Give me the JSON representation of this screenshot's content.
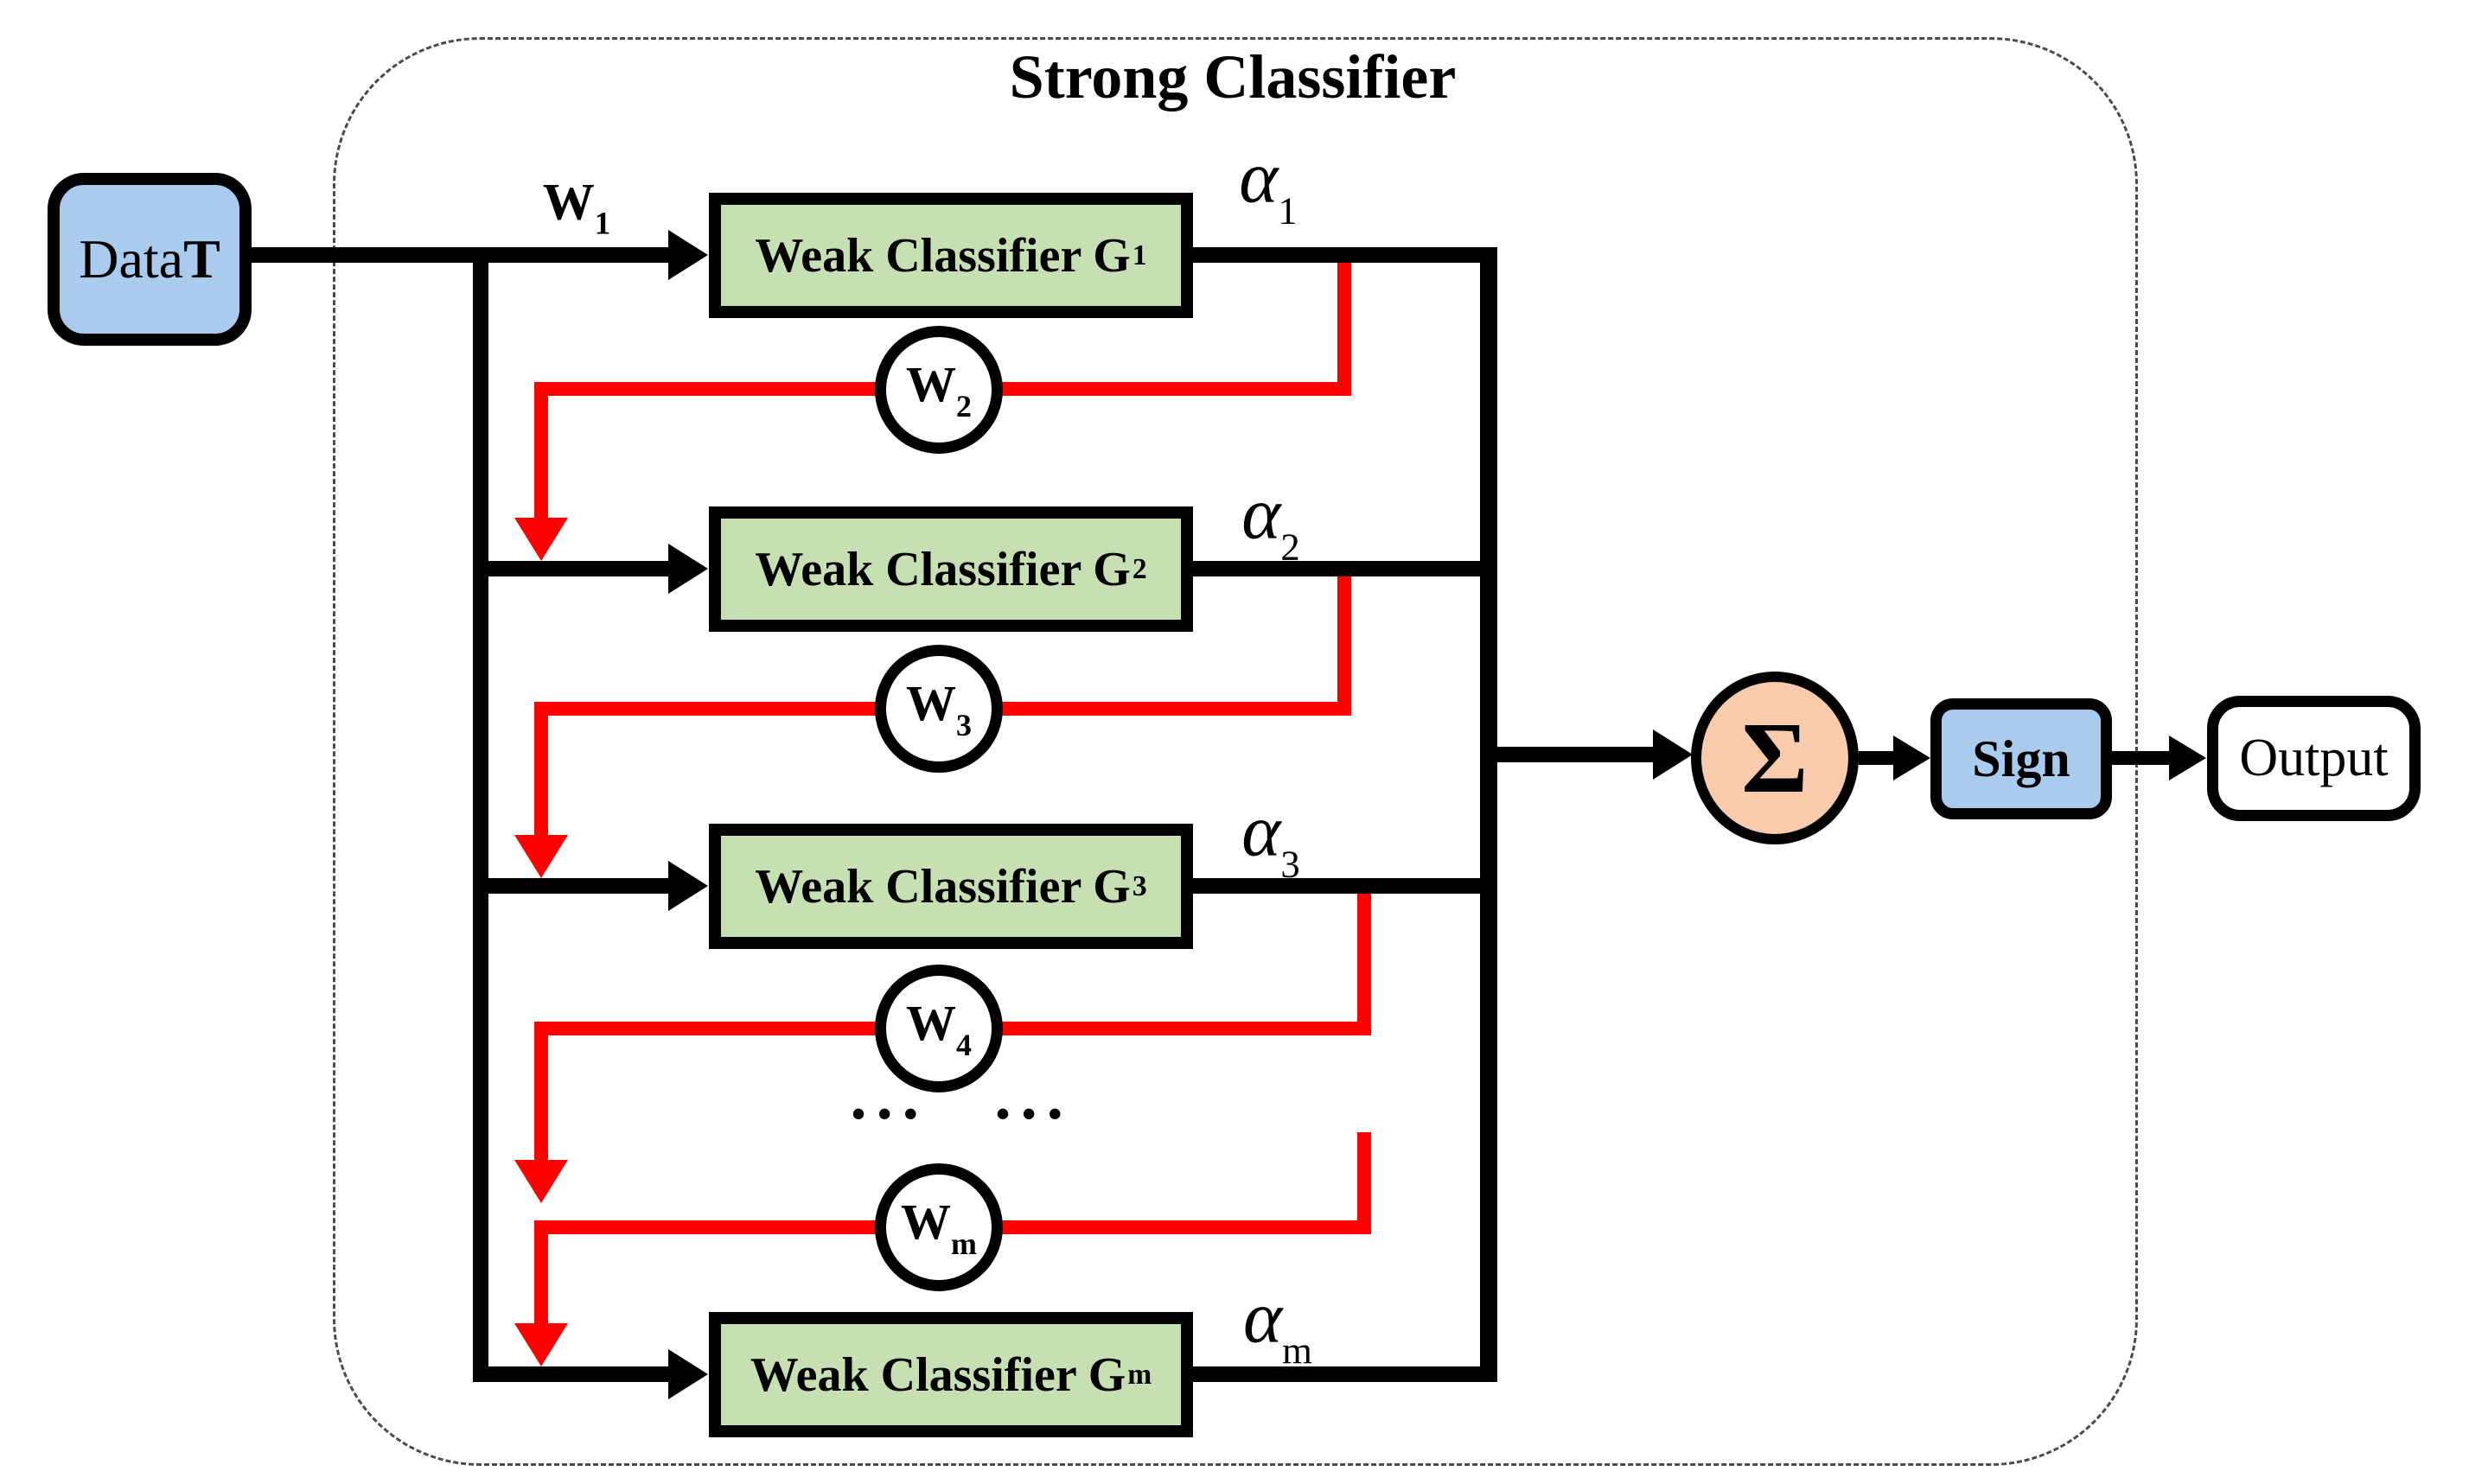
{
  "title": "Strong Classifier",
  "data_box": {
    "label": "Data ",
    "bold": "T"
  },
  "input_weight": {
    "label": "W",
    "sub": "1"
  },
  "classifiers": [
    {
      "label": "Weak Classifier G",
      "sub": "1"
    },
    {
      "label": "Weak Classifier G",
      "sub": "2"
    },
    {
      "label": "Weak Classifier G",
      "sub": "3"
    },
    {
      "label": "Weak Classifier G",
      "sub": "m"
    }
  ],
  "weights": [
    {
      "label": "W",
      "sub": "2"
    },
    {
      "label": "W",
      "sub": "3"
    },
    {
      "label": "W",
      "sub": "4"
    },
    {
      "label": "W",
      "sub": "m"
    }
  ],
  "alphas": [
    {
      "label": "α",
      "sub": "1"
    },
    {
      "label": "α",
      "sub": "2"
    },
    {
      "label": "α",
      "sub": "3"
    },
    {
      "label": "α",
      "sub": "m"
    }
  ],
  "ellipsis": {
    "group1": "•••",
    "group2": "•••"
  },
  "sum": {
    "symbol": "Σ"
  },
  "sign": {
    "label": "Sign"
  },
  "output": {
    "label": "Output"
  },
  "colors": {
    "node_blue": "#A9CBEE",
    "classifier_green": "#C6E0B4",
    "sum_peach": "#F8CBAD",
    "feedback_red": "#FF0000",
    "line_black": "#000000",
    "container_dash": "#4A4A4A"
  }
}
